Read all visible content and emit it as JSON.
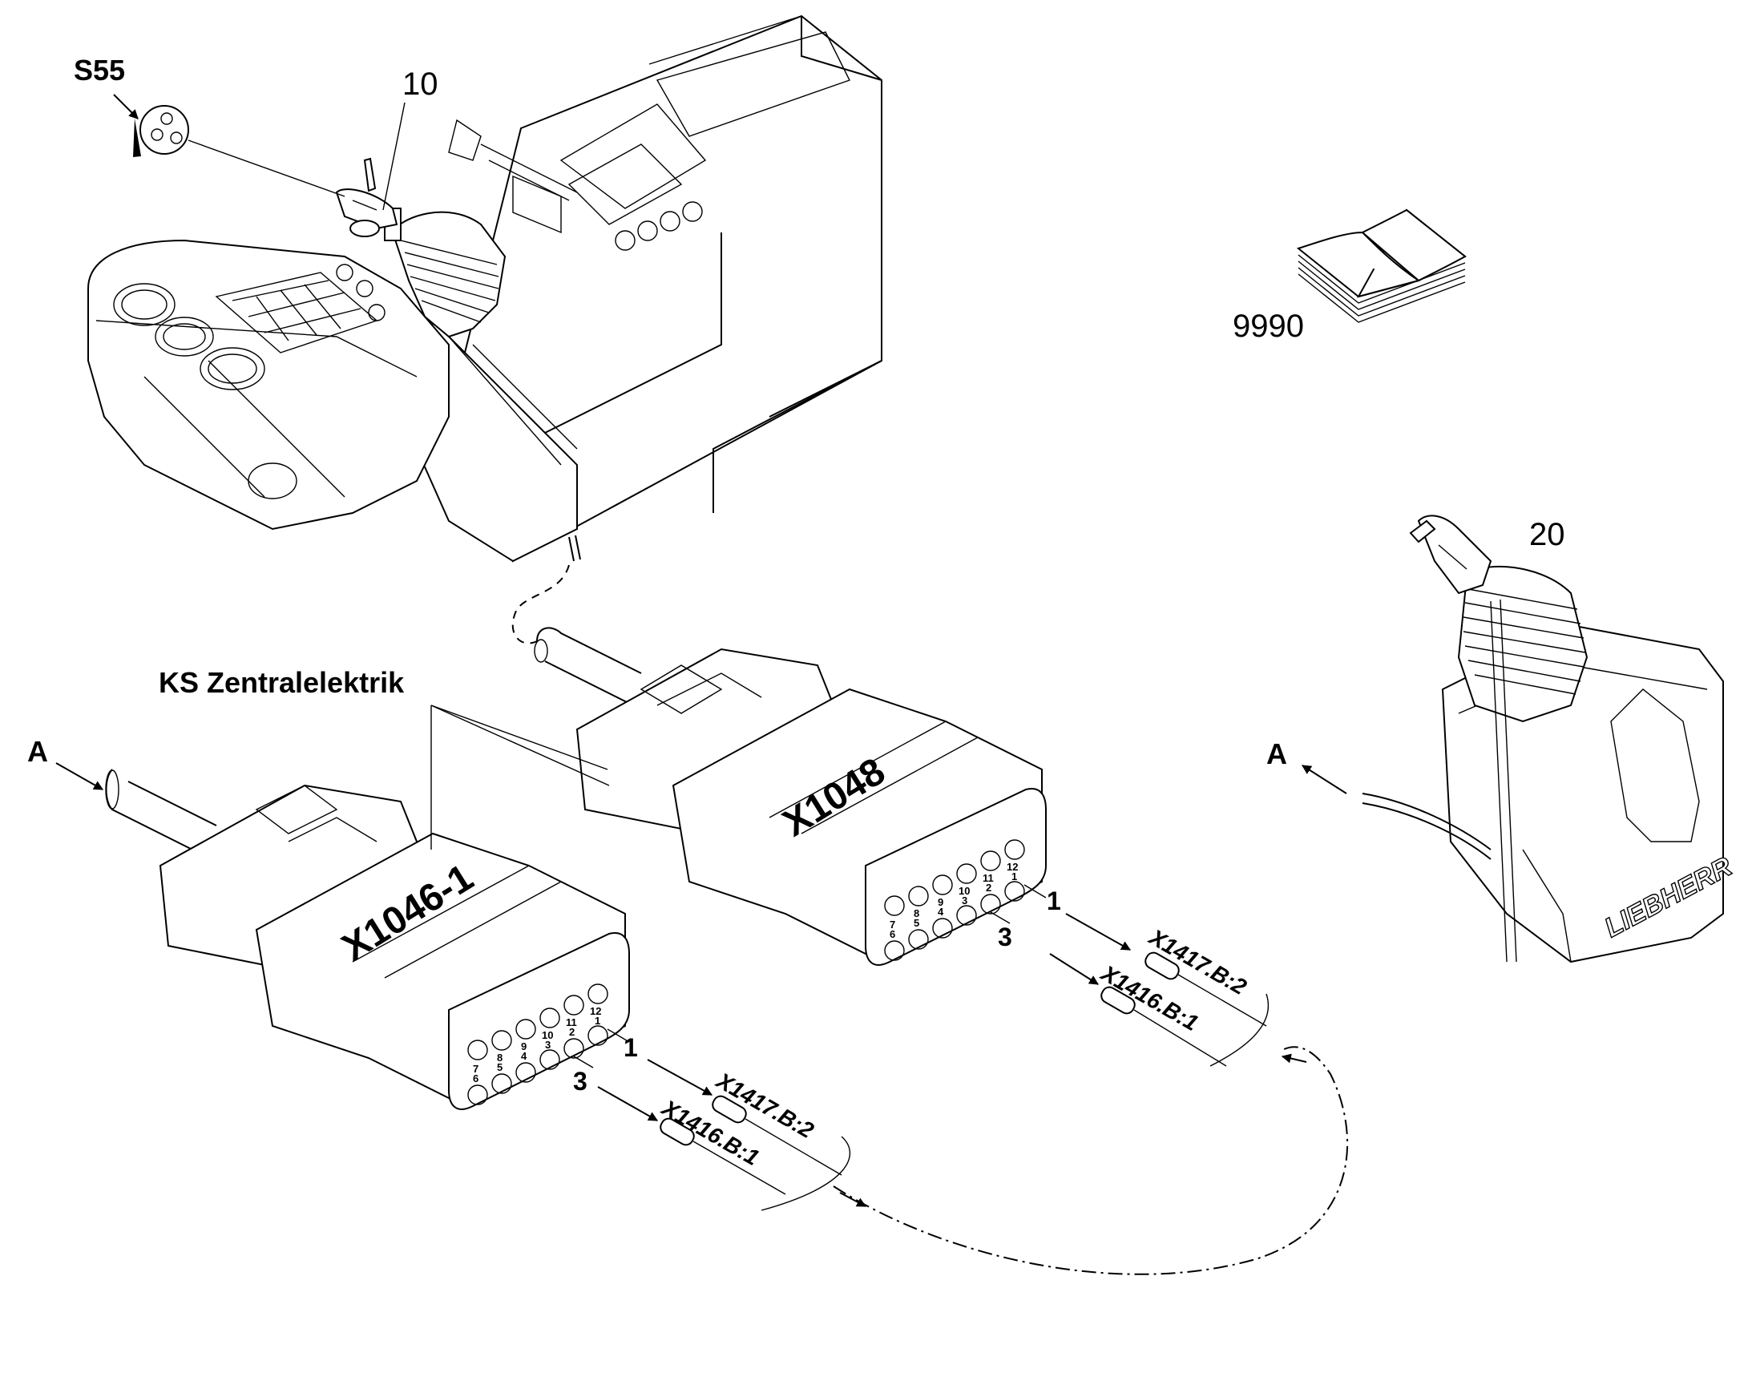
{
  "labels": {
    "s55": "S55",
    "part10": "10",
    "part20": "20",
    "part9990": "9990",
    "ks": "KS Zentralelektrik",
    "arrowA_left": "A",
    "arrowA_right": "A",
    "brand": "LIEBHERR"
  },
  "connectors": {
    "left": {
      "name": "X1046-1",
      "pin_rows": [
        [
          "7",
          "8",
          "9",
          "10",
          "11",
          "12"
        ],
        [
          "6",
          "5",
          "4",
          "3",
          "2",
          "1"
        ]
      ],
      "wire1_index": "1",
      "wire3_index": "3",
      "wire1_label": "X1417.B:2",
      "wire3_label": "X1416.B:1"
    },
    "right": {
      "name": "X1048",
      "pin_rows": [
        [
          "7",
          "8",
          "9",
          "10",
          "11",
          "12"
        ],
        [
          "6",
          "5",
          "4",
          "3",
          "2",
          "1"
        ]
      ],
      "wire1_index": "1",
      "wire3_index": "3",
      "wire1_label": "X1417.B:2",
      "wire3_label": "X1416.B:1"
    }
  }
}
